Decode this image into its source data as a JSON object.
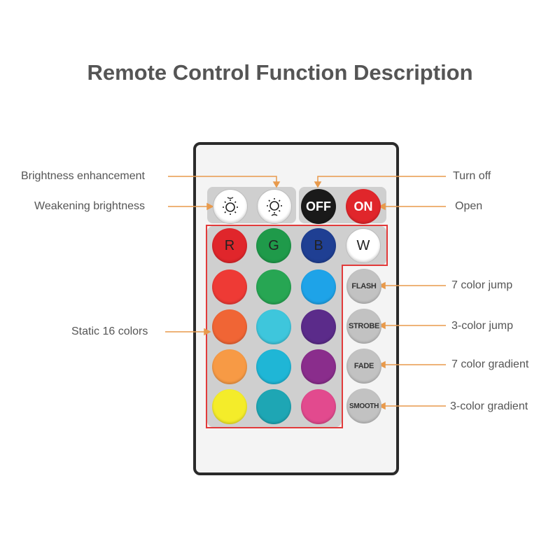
{
  "title": "Remote Control Function Description",
  "labels": {
    "brightness_up": "Brightness enhancement",
    "brightness_down": "Weakening brightness",
    "static_colors": "Static 16 colors",
    "turn_off": "Turn off",
    "open": "Open",
    "flash": "7 color jump",
    "strobe": "3-color jump",
    "fade": "7 color gradient",
    "smooth": "3-color gradient"
  },
  "buttons": {
    "off": "OFF",
    "on": "ON",
    "r": "R",
    "g": "G",
    "b": "B",
    "w": "W",
    "flash": "FLASH",
    "strobe": "STROBE",
    "fade": "FADE",
    "smooth": "SMOOTH"
  },
  "colors": {
    "accent_red": "#e23a3a",
    "leader_orange": "#e89a4c",
    "rgb_row": [
      "#e0262b",
      "#1f9a4a",
      "#1f3f93"
    ],
    "grid": [
      [
        "#ee3a35",
        "#27a653",
        "#1ea3e8"
      ],
      [
        "#f06535",
        "#3ec6dc",
        "#5b2b8a"
      ],
      [
        "#f79a45",
        "#1fb6d6",
        "#8a2d8c"
      ],
      [
        "#f4ec2a",
        "#1ea6b4",
        "#e24a8e"
      ]
    ]
  },
  "icons": {
    "brightness_up": "sun-up-icon",
    "brightness_down": "sun-down-icon"
  }
}
